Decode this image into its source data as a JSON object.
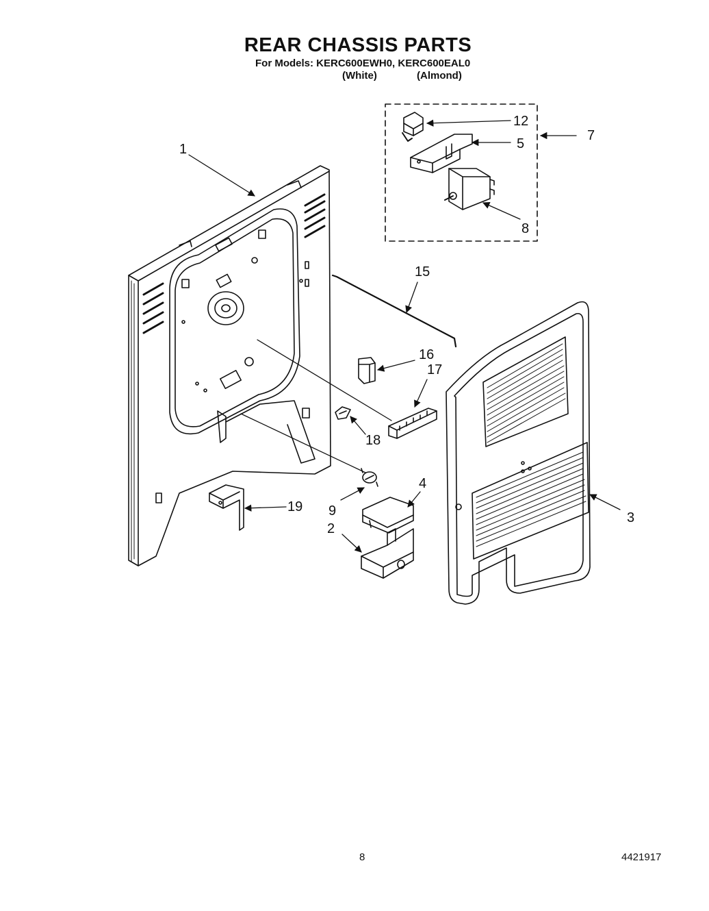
{
  "header": {
    "title": "REAR CHASSIS PARTS",
    "models_line": "For Models: KERC600EWH0, KERC600EAL0",
    "variant_white": "(White)",
    "variant_almond": "(Almond)"
  },
  "callouts": {
    "c1": "1",
    "c2": "2",
    "c3": "3",
    "c4": "4",
    "c5": "5",
    "c7": "7",
    "c8": "8",
    "c9": "9",
    "c12": "12",
    "c15": "15",
    "c16": "16",
    "c17": "17",
    "c18": "18",
    "c19": "19"
  },
  "footer": {
    "page_number": "8",
    "document_number": "4421917"
  }
}
